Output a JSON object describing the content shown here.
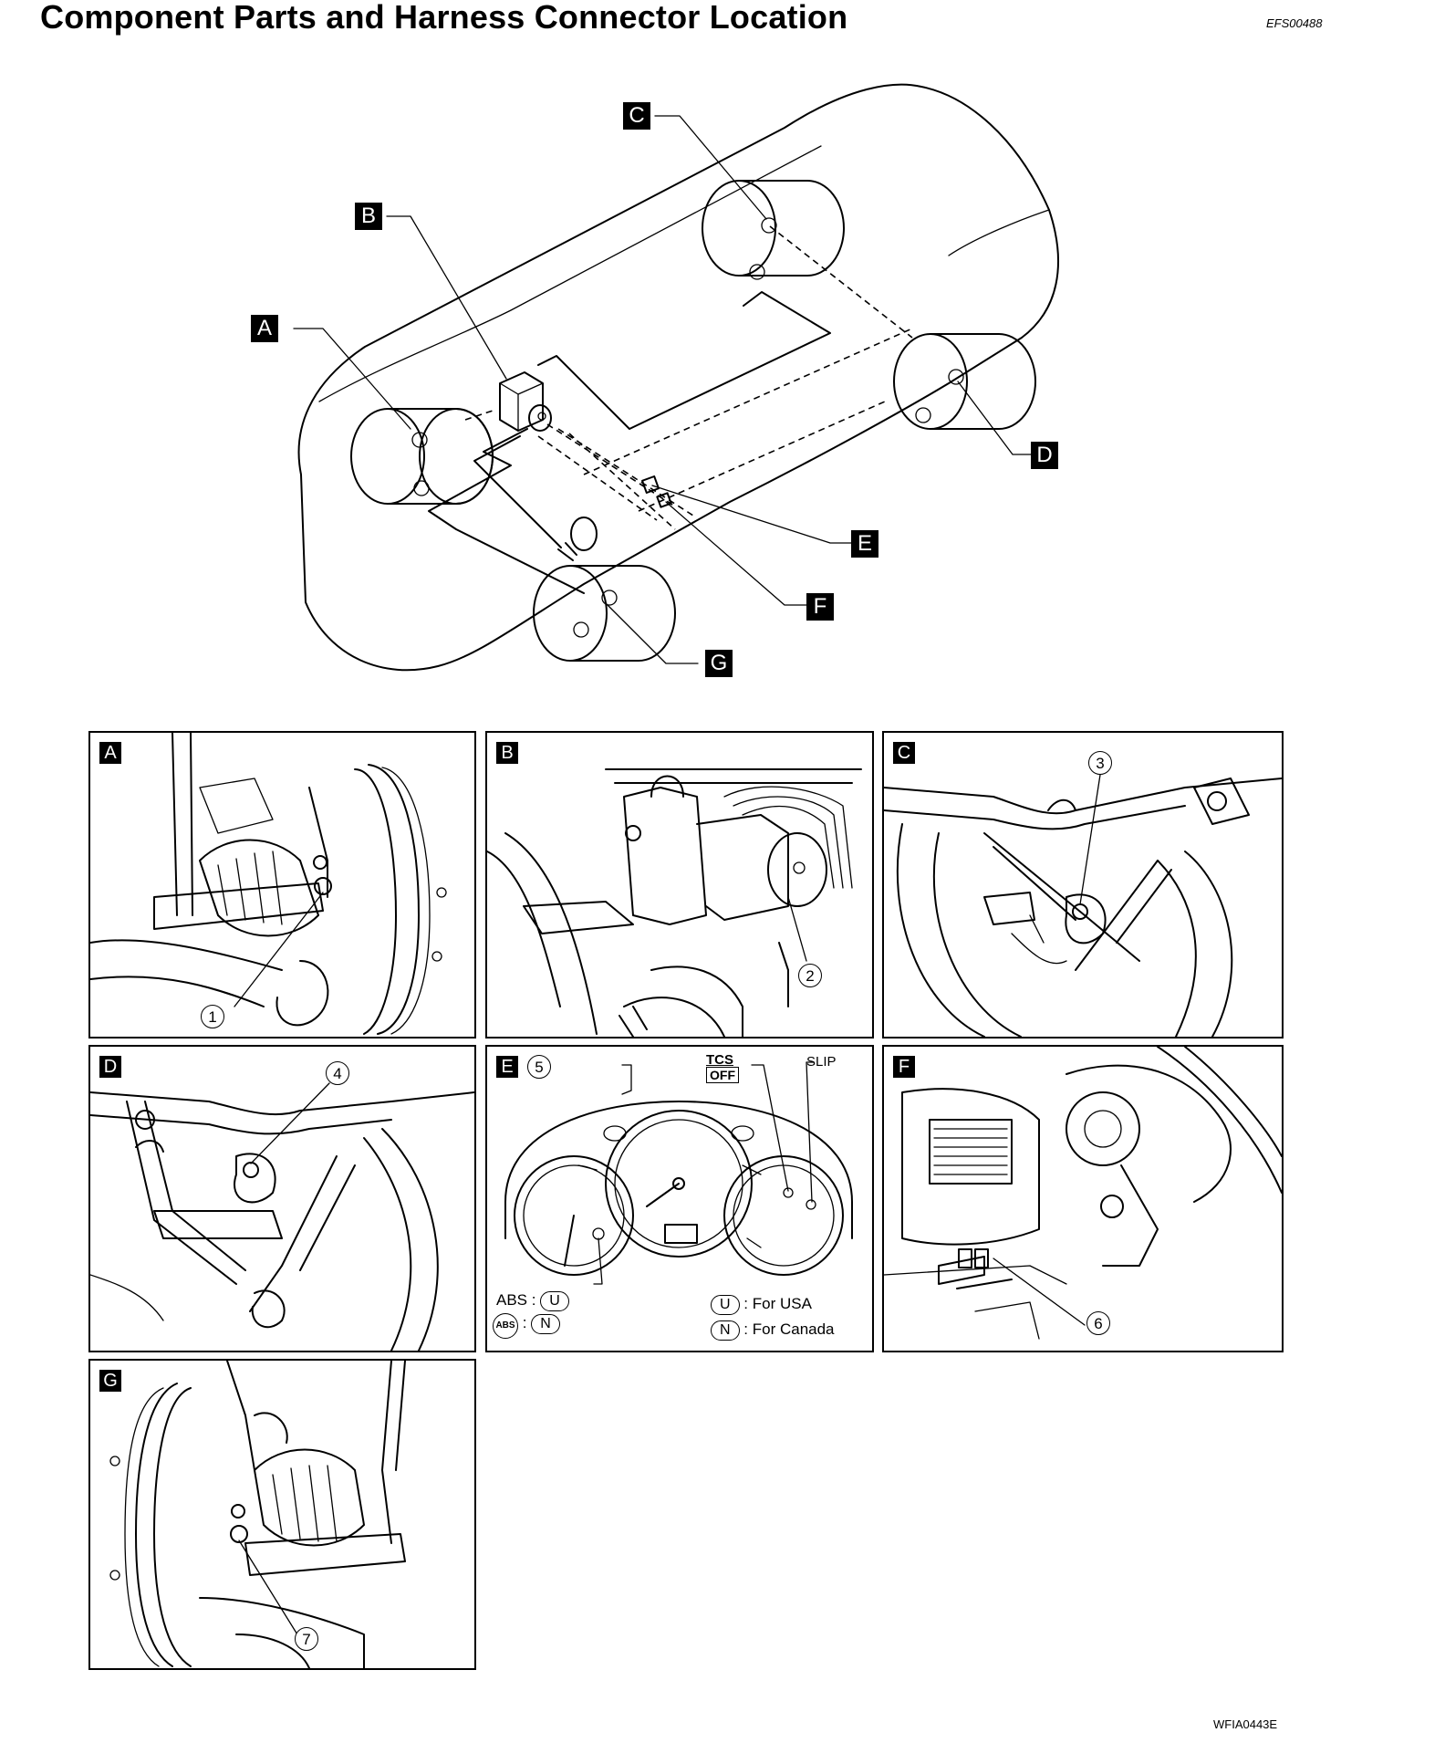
{
  "header": {
    "title": "Component Parts and Harness Connector Location",
    "doc_id": "EFS00488"
  },
  "footer": {
    "figure_id": "WFIA0443E"
  },
  "main_labels": {
    "A": "A",
    "B": "B",
    "C": "C",
    "D": "D",
    "E": "E",
    "F": "F",
    "G": "G"
  },
  "panels": {
    "A": {
      "label": "A",
      "callout": "1"
    },
    "B": {
      "label": "B",
      "callout": "2"
    },
    "C": {
      "label": "C",
      "callout": "3"
    },
    "D": {
      "label": "D",
      "callout": "4"
    },
    "E": {
      "label": "E",
      "callout": "5",
      "tcs": "TCS",
      "off": "OFF",
      "slip": "SLIP",
      "abs_label": "ABS :",
      "abs_ring": "ABS",
      "u": "U",
      "n": "N",
      "legend_u": ": For USA",
      "legend_n": ": For Canada"
    },
    "F": {
      "label": "F",
      "callout": "6"
    },
    "G": {
      "label": "G",
      "callout": "7"
    }
  }
}
